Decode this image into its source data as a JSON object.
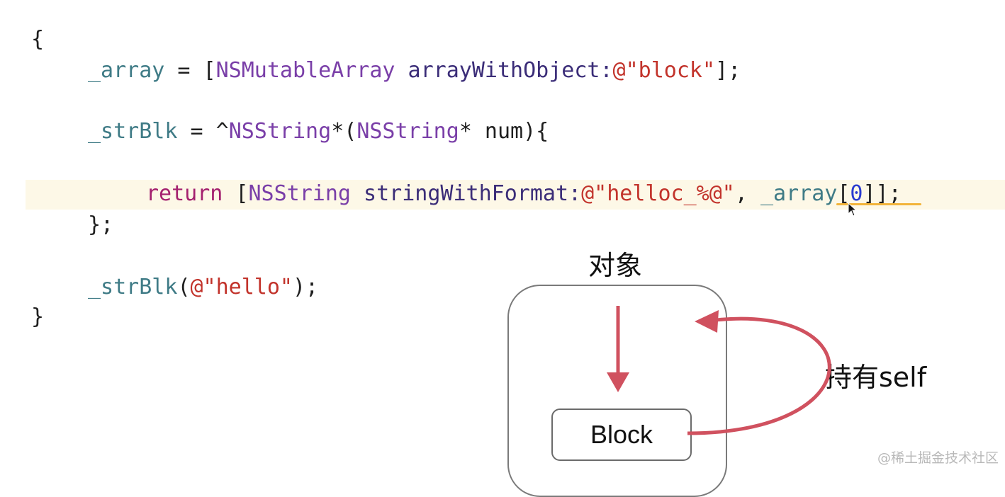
{
  "code": {
    "open_brace": "{",
    "line1": {
      "var": "_array",
      "eq": " = [",
      "cls": "NSMutableArray",
      "method": " arrayWithObject:",
      "str": "@\"block\"",
      "end": "];"
    },
    "line2": {
      "var": "_strBlk",
      "eq": " = ^",
      "cls1": "NSString",
      "mid": "*(",
      "cls2": "NSString",
      "rest": "* num){"
    },
    "line3": {
      "kw": "return",
      "sp": " [",
      "cls": "NSString",
      "method": " stringWithFormat:",
      "str": "@\"helloc_%@\"",
      "comma": ", ",
      "var": "_array",
      "idx_open": "[",
      "num": "0",
      "end": "]];"
    },
    "line4": "};",
    "line5": {
      "var": "_strBlk",
      "open": "(",
      "str": "@\"hello\"",
      "end": ");"
    },
    "close_brace": "}"
  },
  "diagram": {
    "object_label": "对象",
    "block_label": "Block",
    "hold_label": "持有self",
    "arrow_color": "#d0515f"
  },
  "watermark": "@稀土掘金技术社区"
}
